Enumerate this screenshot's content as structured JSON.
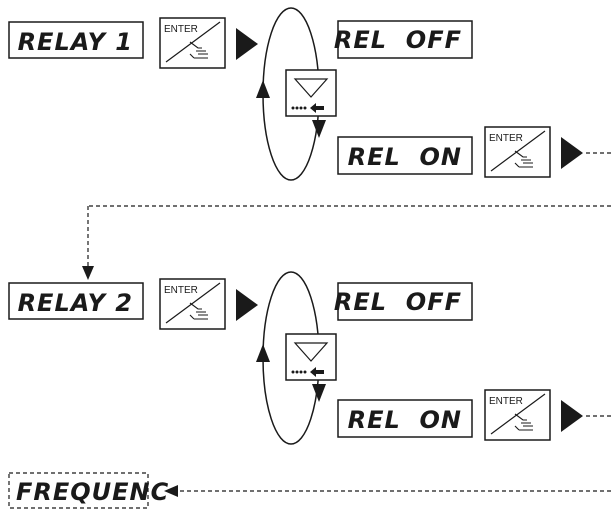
{
  "enter_label": "ENTER",
  "icons": {
    "enter_key": "enter-hand-icon",
    "down_key": "down-triangle-arrow-icon",
    "next_arrow": "right-triangle-icon"
  },
  "colors": {
    "stroke": "#1a1a1a",
    "background": "#ffffff"
  },
  "sections": [
    {
      "menu": "RELAY 1",
      "option_off": "REL  OFF",
      "option_on": "REL  ON"
    },
    {
      "menu": "RELAY 2",
      "option_off": "REL  OFF",
      "option_on": "REL  ON"
    }
  ],
  "next_menu": "FREQUENC"
}
